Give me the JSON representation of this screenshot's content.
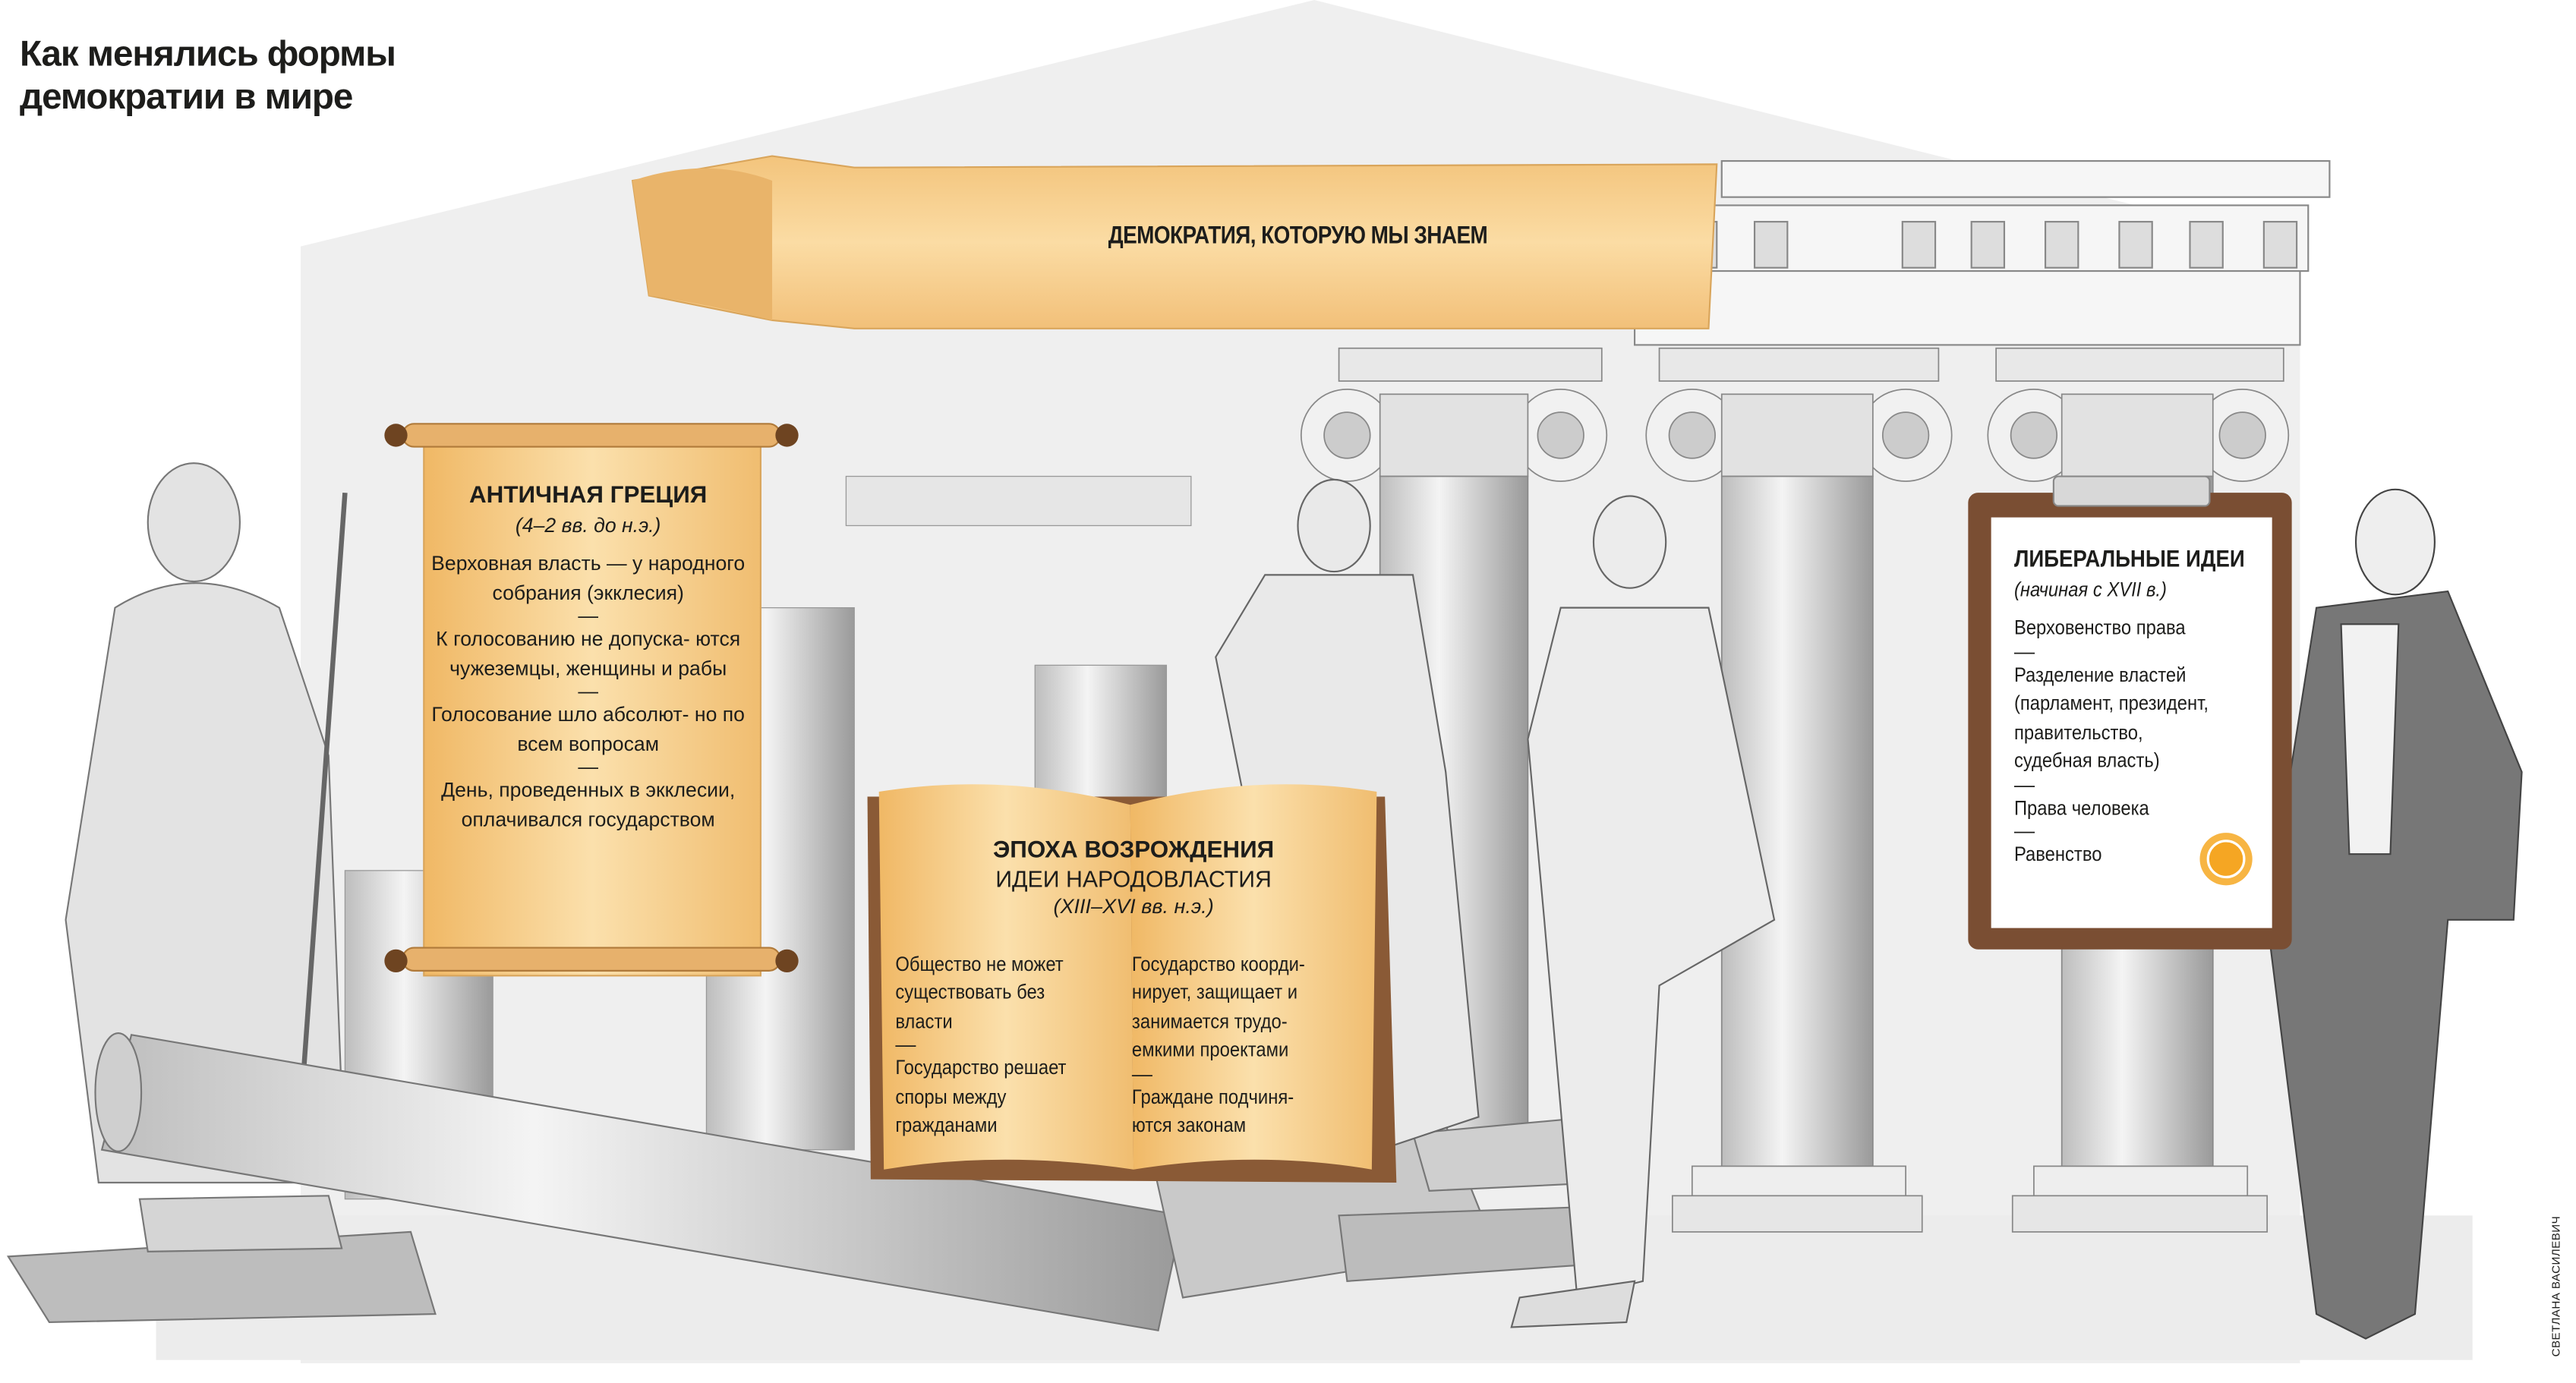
{
  "title": {
    "line1": "Как менялись формы",
    "line2": "демократии в мире"
  },
  "banner": {
    "text": "ДЕМОКРАТИЯ, КОТОРУЮ МЫ ЗНАЕМ"
  },
  "ancient_greece": {
    "heading": "АНТИЧНАЯ ГРЕЦИЯ",
    "period": "(4–2 вв. до н.э.)",
    "separator": "—",
    "items": [
      "Верховная власть — у народного собрания (экклесия)",
      "К голосованию не допуска- ются чужеземцы, женщины и рабы",
      "Голосование шло абсолют- но по всем вопросам",
      "День, проведенных в экклесии, оплачивался государством"
    ]
  },
  "renaissance": {
    "heading": "ЭПОХА ВОЗРОЖДЕНИЯ",
    "subheading": "ИДЕИ НАРОДОВЛАСТИЯ",
    "period": "(XIII–XVI вв. н.э.)",
    "separator": "—",
    "left_items": [
      "Общество не может существовать без власти",
      "Государство решает споры между гражданами"
    ],
    "right_items": [
      "Государство коорди- нирует, защищает и занимается трудо- емкими проектами",
      "Граждане подчиня- ются законам"
    ]
  },
  "liberal": {
    "heading": "ЛИБЕРАЛЬНЫЕ ИДЕИ",
    "period": "(начиная с XVII в.)",
    "separator": "—",
    "items": [
      "Верховенство права",
      "Разделение властей (парламент, президент, правительство, судебная власть)",
      "Права человека",
      "Равенство"
    ]
  },
  "credit": "СВЕТЛАНА ВАСИЛЕВИЧ",
  "colors": {
    "parchment": "#f5c982",
    "parchment_light": "#fbe2b0",
    "clipboard": "#7a4e33",
    "sun": "#f5a623",
    "stone": "#d9d9d9",
    "background": "#efefef"
  }
}
